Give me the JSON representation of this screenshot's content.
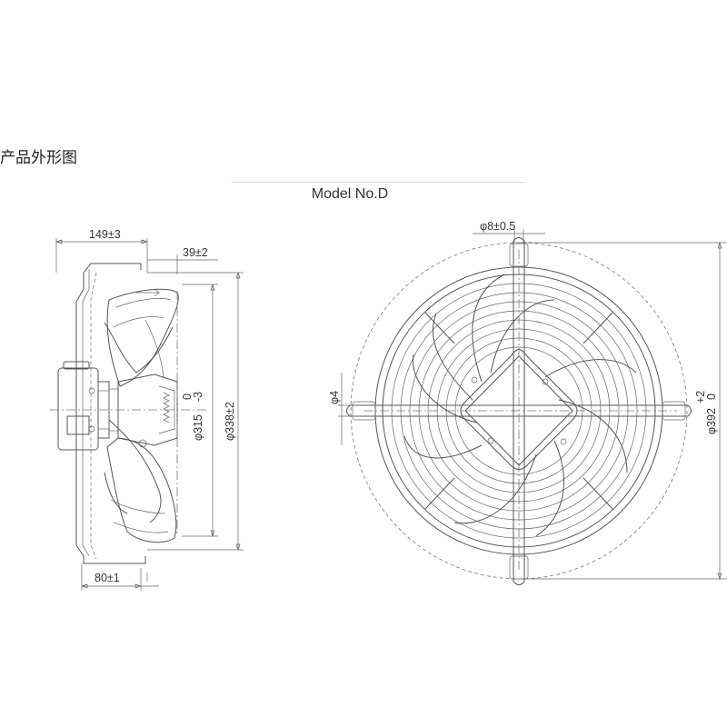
{
  "heading": "产品外形图",
  "model_title": "Model No.D",
  "side_view": {
    "width_dim": "149±3",
    "guard_dim": "39±2",
    "base_dim": "80±1",
    "fan_dia_dim": "φ315",
    "fan_dia_tol_upper": "0",
    "fan_dia_tol_lower": "-3",
    "guard_dia_dim": "φ338±2"
  },
  "front_view": {
    "hole_dim": "φ8±0.5",
    "small_dim": "φ4",
    "outer_dia_dim": "φ392",
    "outer_tol_upper": "+2",
    "outer_tol_lower": "0"
  }
}
